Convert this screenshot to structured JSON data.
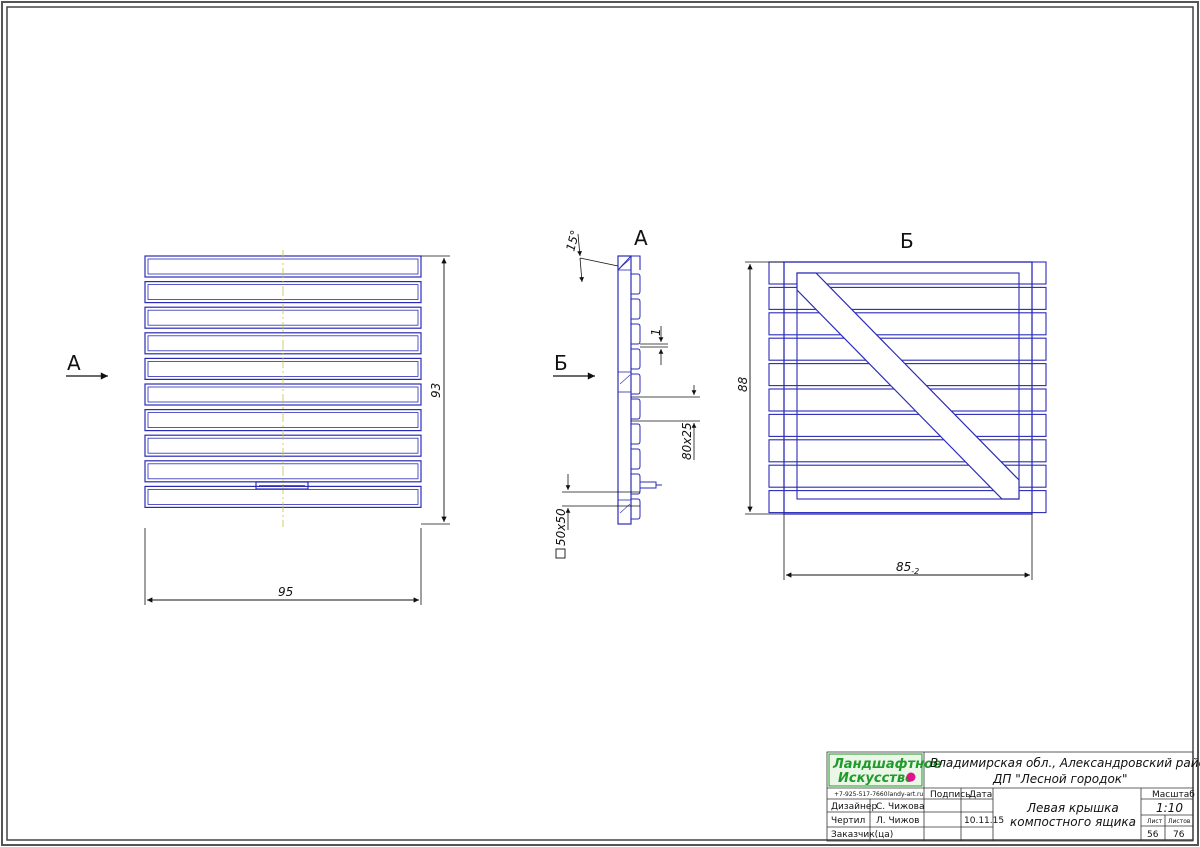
{
  "views": {
    "front_arrow_label": "А",
    "side_arrow_label": "Б",
    "side_title": "А",
    "back_title": "Б"
  },
  "dimensions": {
    "front_width": "95",
    "front_height": "93",
    "side_angle": "15°",
    "side_gap": "1",
    "side_board": "80x25",
    "side_post": "50x50",
    "back_height": "88",
    "back_width": "85",
    "back_width_tol": "-2"
  },
  "title_block": {
    "logo_line1": "Ландшафтное",
    "logo_line2": "Искусство",
    "phone": "+7-925-517-7660",
    "site": "landy-art.ru",
    "address_line1": "Владимирская обл., Александровский район,",
    "address_line2": "ДП \"Лесной городок\"",
    "roles": [
      "Дизайнер",
      "Чертил",
      "Заказчик(ца)"
    ],
    "names": [
      "С. Чижова",
      "Л. Чижов",
      ""
    ],
    "col_signature": "Подпись",
    "col_date": "Дата",
    "date": "10.11.15",
    "drawing_title_line1": "Левая крышка",
    "drawing_title_line2": "компостного ящика",
    "scale_label": "Масштаб",
    "scale_value": "1:10",
    "sheet_label": "Лист",
    "sheets_label": "Листов",
    "sheet_value": "56",
    "sheets_value": "76"
  },
  "colors": {
    "outline": "#2b2bb8",
    "frame": "#444444",
    "dimension": "#111111",
    "logo_green": "#1f9a2b",
    "logo_dot": "#e0128c"
  }
}
